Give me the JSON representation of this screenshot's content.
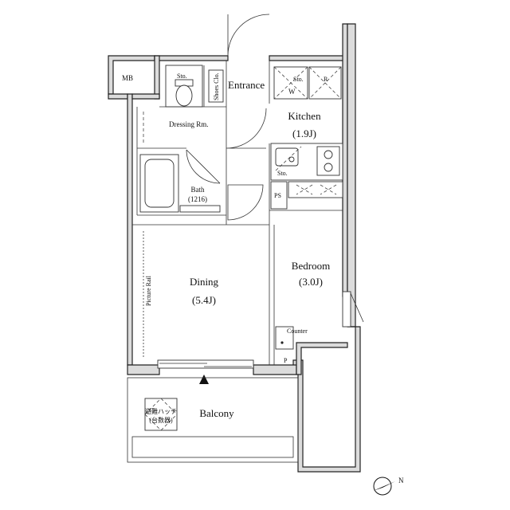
{
  "rooms": {
    "mb": "MB",
    "storage_1": "Sto.",
    "shoes_closet": "Shoes Clo.",
    "entrance": "Entrance",
    "storage_2": "Sto.",
    "washer": "W",
    "refrigerator": "R",
    "kitchen": "Kitchen",
    "kitchen_area": "(1.9J)",
    "dressing": "Dressing Rm.",
    "storage_3": "Sto.",
    "bath": "Bath",
    "bath_size": "(1216)",
    "ps": "PS",
    "bedroom": "Bedroom",
    "bedroom_area": "(3.0J)",
    "dining": "Dining",
    "dining_area": "(5.4J)",
    "picture_rail": "Picture Rail",
    "counter": "Counter",
    "p": "P",
    "balcony": "Balcony",
    "hatch_line1": "避難ハッチ",
    "hatch_line2": "(台数器)"
  },
  "compass": {
    "label": "N"
  }
}
